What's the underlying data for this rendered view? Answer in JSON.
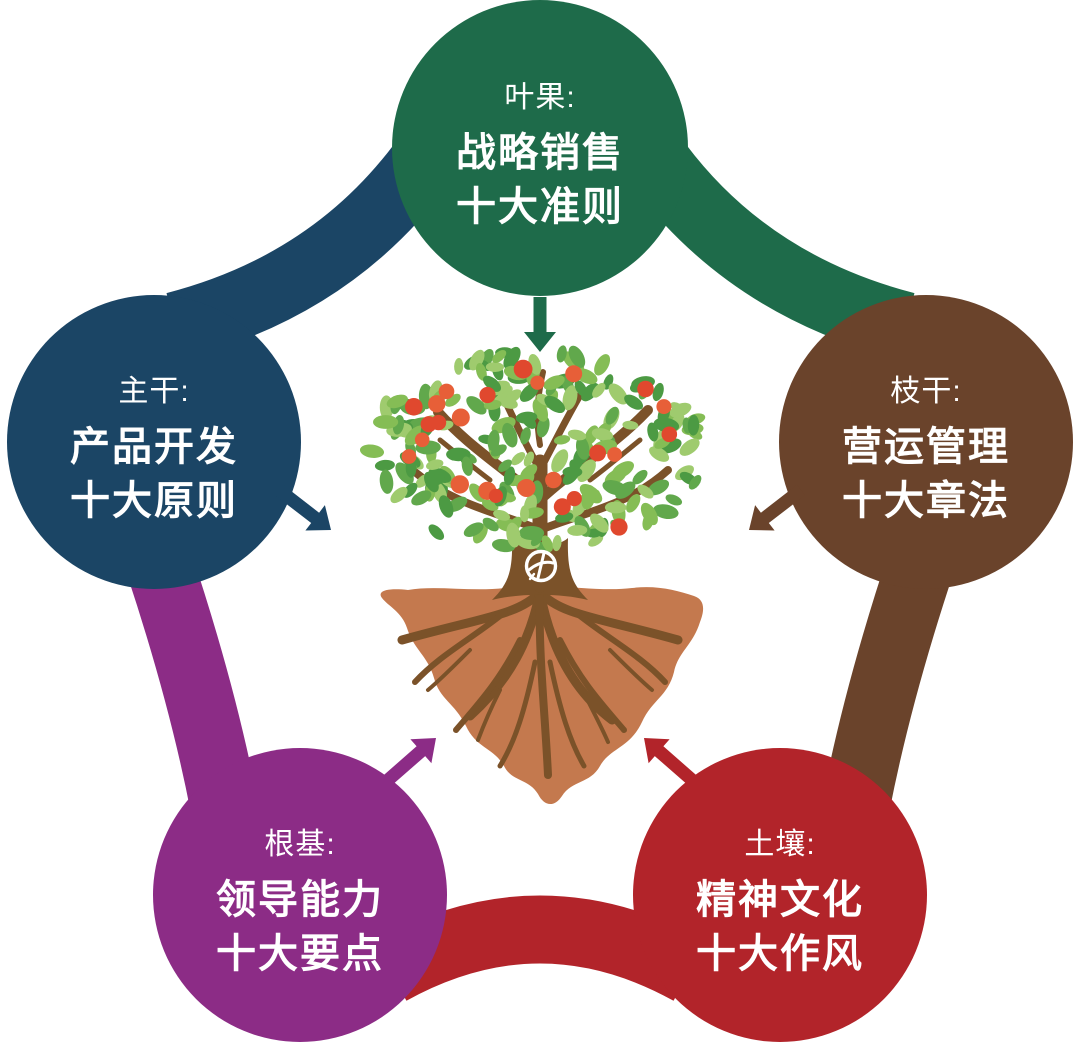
{
  "diagram": {
    "background": "#FFFFFF",
    "text_color": "#FFFFFF",
    "nodes": [
      {
        "id": "leaves-fruit",
        "position": "top",
        "label": "叶果:",
        "line1": "战略销售",
        "line2": "十大准则",
        "color": "#1E6B4A",
        "arrow": "down"
      },
      {
        "id": "branches",
        "position": "right",
        "label": "枝干:",
        "line1": "营运管理",
        "line2": "十大章法",
        "color": "#6A432B",
        "arrow": "down-left"
      },
      {
        "id": "soil",
        "position": "bottom-right",
        "label": "土壤:",
        "line1": "精神文化",
        "line2": "十大作风",
        "color": "#B2242A",
        "arrow": "up-left"
      },
      {
        "id": "roots",
        "position": "bottom-left",
        "label": "根基:",
        "line1": "领导能力",
        "line2": "十大要点",
        "color": "#8C2C86",
        "arrow": "up-right"
      },
      {
        "id": "trunk",
        "position": "left",
        "label": "主干:",
        "line1": "产品开发",
        "line2": "十大原则",
        "color": "#1B4565",
        "arrow": "down-right"
      }
    ],
    "center_illustration": {
      "name": "apple-tree-with-roots",
      "soil_color": "#C4794E",
      "wood_color": "#7B5229",
      "leaf_colors": [
        "#61A84C",
        "#9FCB6E",
        "#4C9A43",
        "#85BD55"
      ],
      "apple_colors": [
        "#E75F38",
        "#E0482E"
      ],
      "logo_color": "#FFFFFF"
    }
  }
}
